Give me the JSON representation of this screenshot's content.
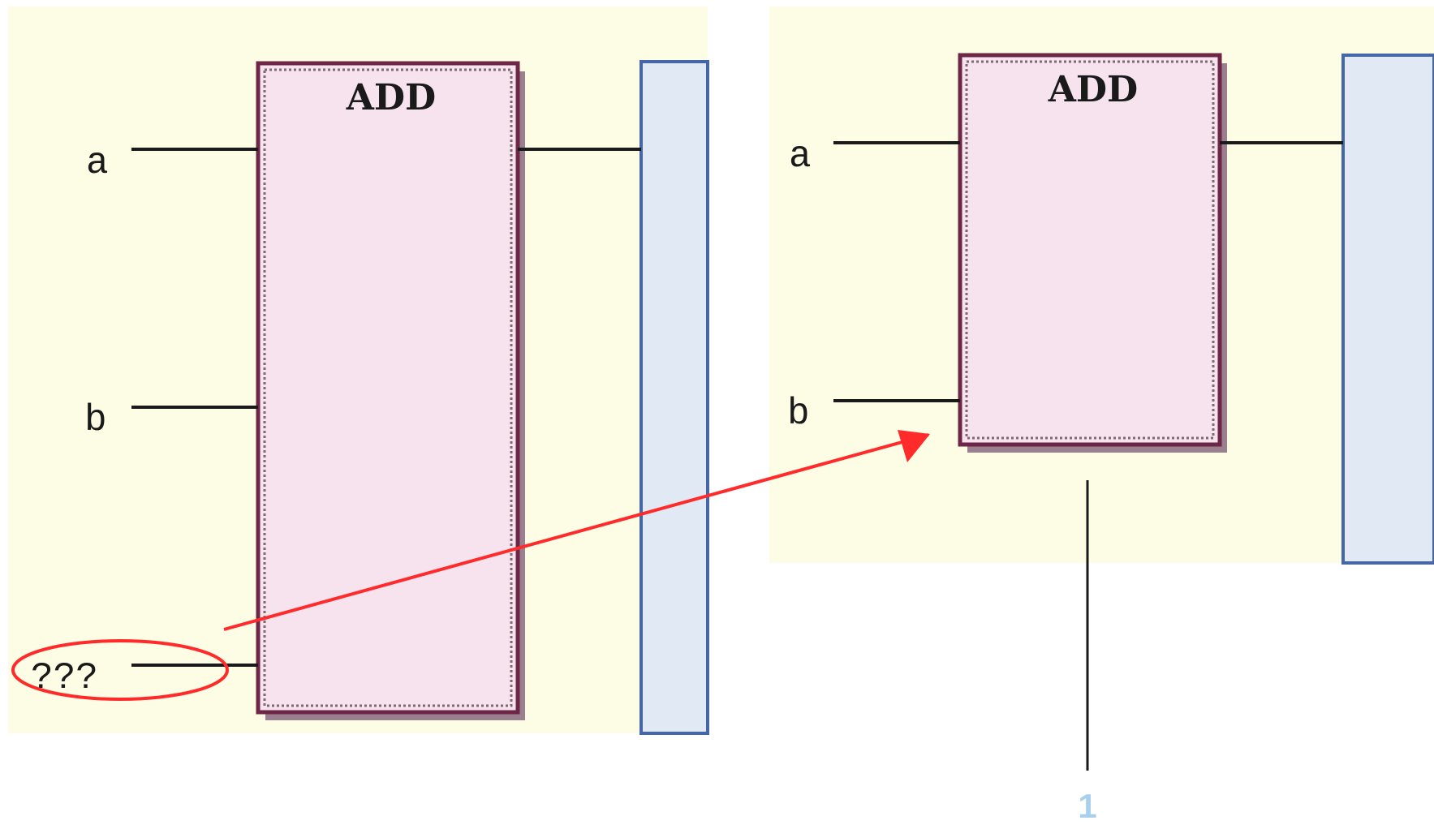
{
  "left_panel": {
    "block": {
      "title": "ADD"
    },
    "inputs": [
      {
        "label": "a"
      },
      {
        "label": "b"
      },
      {
        "label": "???"
      }
    ]
  },
  "right_panel": {
    "block": {
      "title": "ADD"
    },
    "inputs": [
      {
        "label": "a"
      },
      {
        "label": "b"
      }
    ]
  },
  "callout": {
    "number": "1"
  },
  "colors": {
    "canvas_bg": "#fdfde6",
    "block_fill": "#f7e3ee",
    "block_border": "#6e2646",
    "rail_fill": "#e1e9f5",
    "rail_border": "#4567a8",
    "annotation_red": "#ff2a2a",
    "callout_number": "#a8d0ec"
  }
}
